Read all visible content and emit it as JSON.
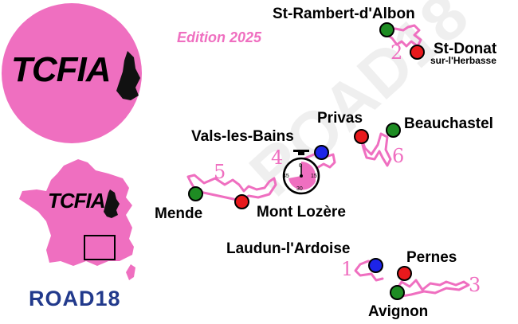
{
  "edition": "Edition 2025",
  "logo": {
    "text": "TCFIA",
    "map_text": "TCFIA"
  },
  "brand": {
    "name": "ROAD18",
    "watermark": "ROAD18"
  },
  "stopwatch": {
    "labels": [
      "0",
      "15",
      "30",
      "45"
    ]
  },
  "locations": {
    "st_rambert": "St-Rambert-d'Albon",
    "st_donat": "St-Donat",
    "st_donat_sub": "sur-l'Herbasse",
    "privas": "Privas",
    "beauchastel": "Beauchastel",
    "vals": "Vals-les-Bains",
    "mende": "Mende",
    "mont_lozere": "Mont Lozère",
    "laudun": "Laudun-l'Ardoise",
    "pernes": "Pernes",
    "avignon": "Avignon"
  },
  "stages": [
    "1",
    "2",
    "3",
    "4",
    "5",
    "6"
  ],
  "colors": {
    "pink": "#ef6fc0",
    "green": "#1e8c23",
    "red": "#e8191c",
    "blue": "#1d24e8",
    "navy": "#223a8c"
  }
}
